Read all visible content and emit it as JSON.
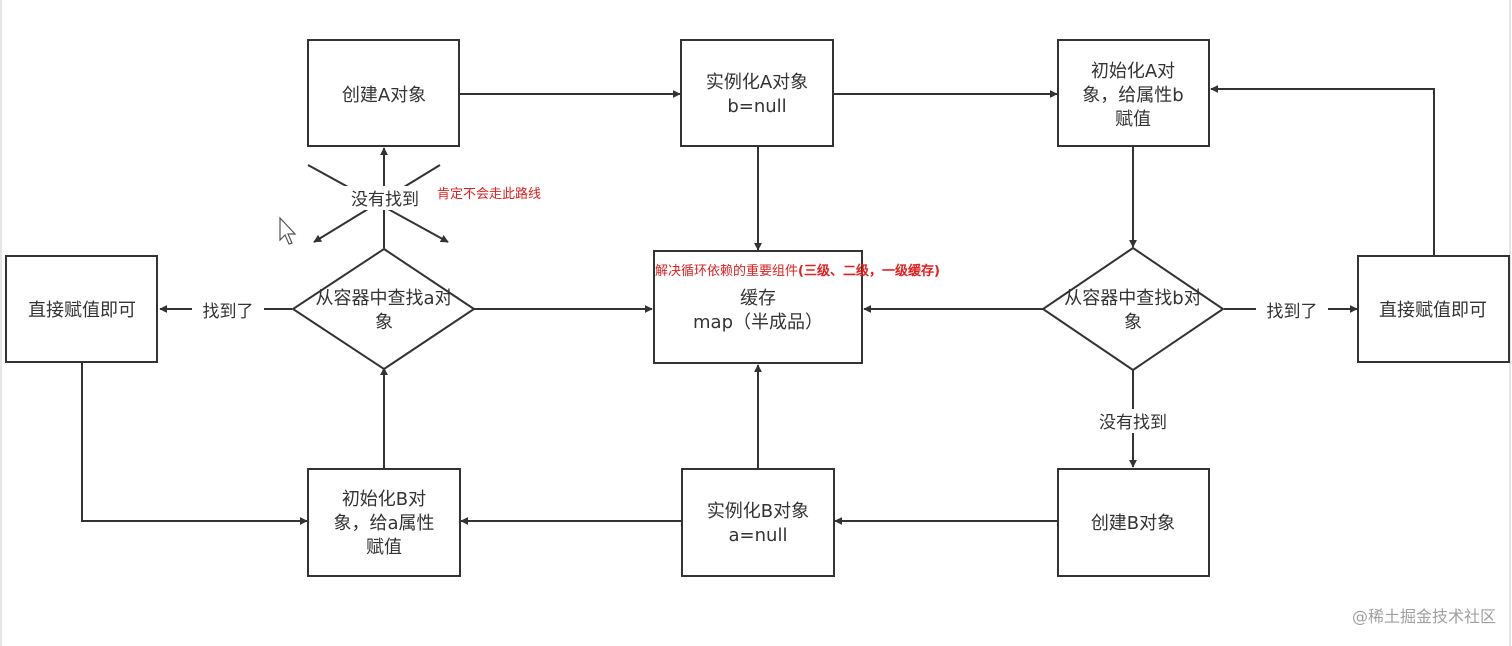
{
  "nodes": {
    "create_a": {
      "lines": [
        "创建A对象"
      ]
    },
    "instantiate_a": {
      "lines": [
        "实例化A对象",
        "b=null"
      ]
    },
    "init_a": {
      "lines": [
        "初始化A对",
        "象，给属性b",
        "赋值"
      ]
    },
    "find_a": {
      "lines": [
        "从容器中查找a对",
        "象"
      ]
    },
    "cache": {
      "lines": [
        "缓存",
        "map（半成品）"
      ]
    },
    "find_b": {
      "lines": [
        "从容器中查找b对",
        "象"
      ]
    },
    "assign_left": {
      "lines": [
        "直接赋值即可"
      ]
    },
    "assign_right": {
      "lines": [
        "直接赋值即可"
      ]
    },
    "init_b": {
      "lines": [
        "初始化B对",
        "象，给a属性",
        "赋值"
      ]
    },
    "instantiate_b": {
      "lines": [
        "实例化B对象",
        "a=null"
      ]
    },
    "create_b": {
      "lines": [
        "创建B对象"
      ]
    }
  },
  "edge_labels": {
    "not_found_a": "没有找到",
    "found_a": "找到了",
    "found_b": "找到了",
    "not_found_b": "没有找到"
  },
  "annotations": {
    "never_path": "肯定不会走此路线",
    "cache_note_prefix": "解决循环依赖的重要组件",
    "cache_note_suffix": "(三级、二级，一级缓存)"
  },
  "watermark": "@稀土掘金技术社区",
  "colors": {
    "stroke": "#333333",
    "annotation": "#e02020",
    "watermark": "#a0a0a0"
  }
}
